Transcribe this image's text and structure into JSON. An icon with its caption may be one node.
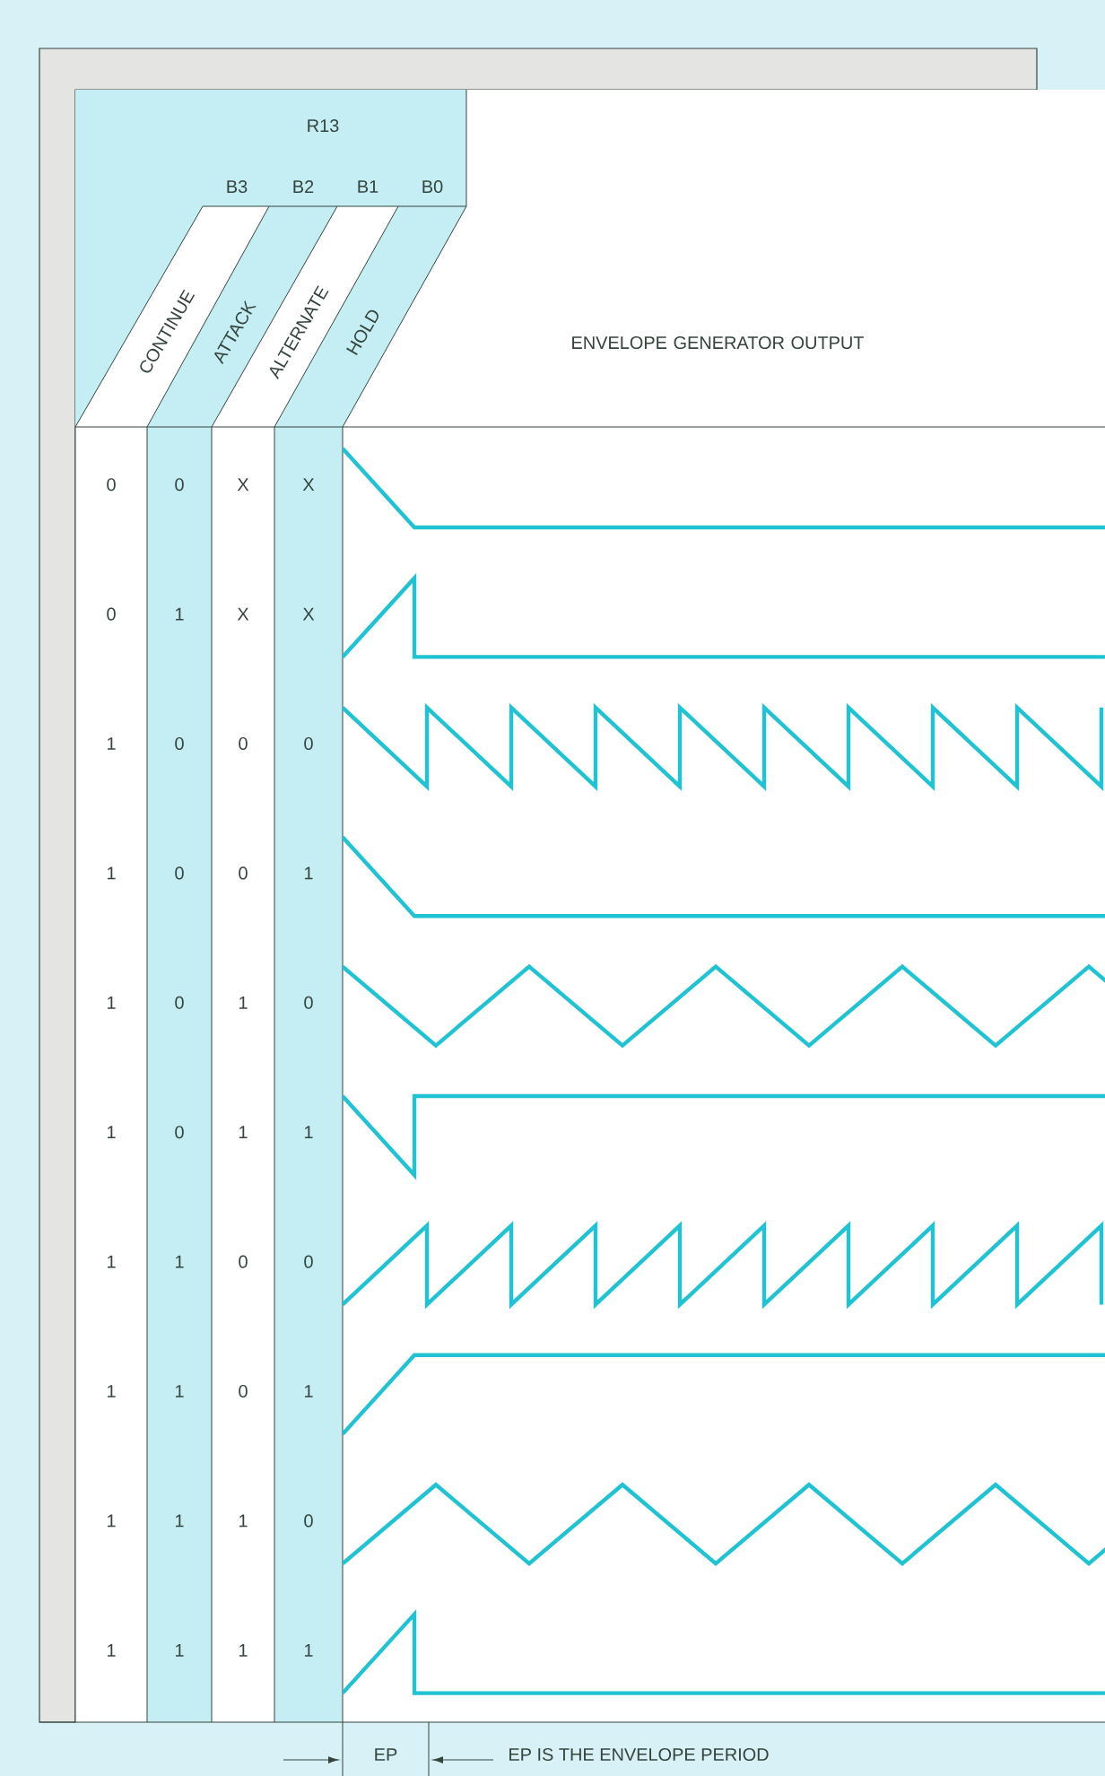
{
  "diagram": {
    "labels": [
      "R13",
      "B3",
      "B2",
      "B1",
      "B0",
      "CONTINUE",
      "ATTACK",
      "ALTERNATE",
      "HOLD",
      "ENVELOPE GENERATOR OUTPUT",
      "0",
      "0",
      "X",
      "X",
      "0",
      "1",
      "X",
      "X",
      "1",
      "0",
      "0",
      "0",
      "1",
      "0",
      "0",
      "1",
      "1",
      "0",
      "1",
      "0",
      "1",
      "0",
      "1",
      "1",
      "1",
      "1",
      "0",
      "0",
      "1",
      "1",
      "0",
      "1",
      "1",
      "1",
      "1",
      "0",
      "1",
      "1",
      "1",
      "1",
      "EP",
      "EP IS THE ENVELOPE PERIOD"
    ]
  }
}
